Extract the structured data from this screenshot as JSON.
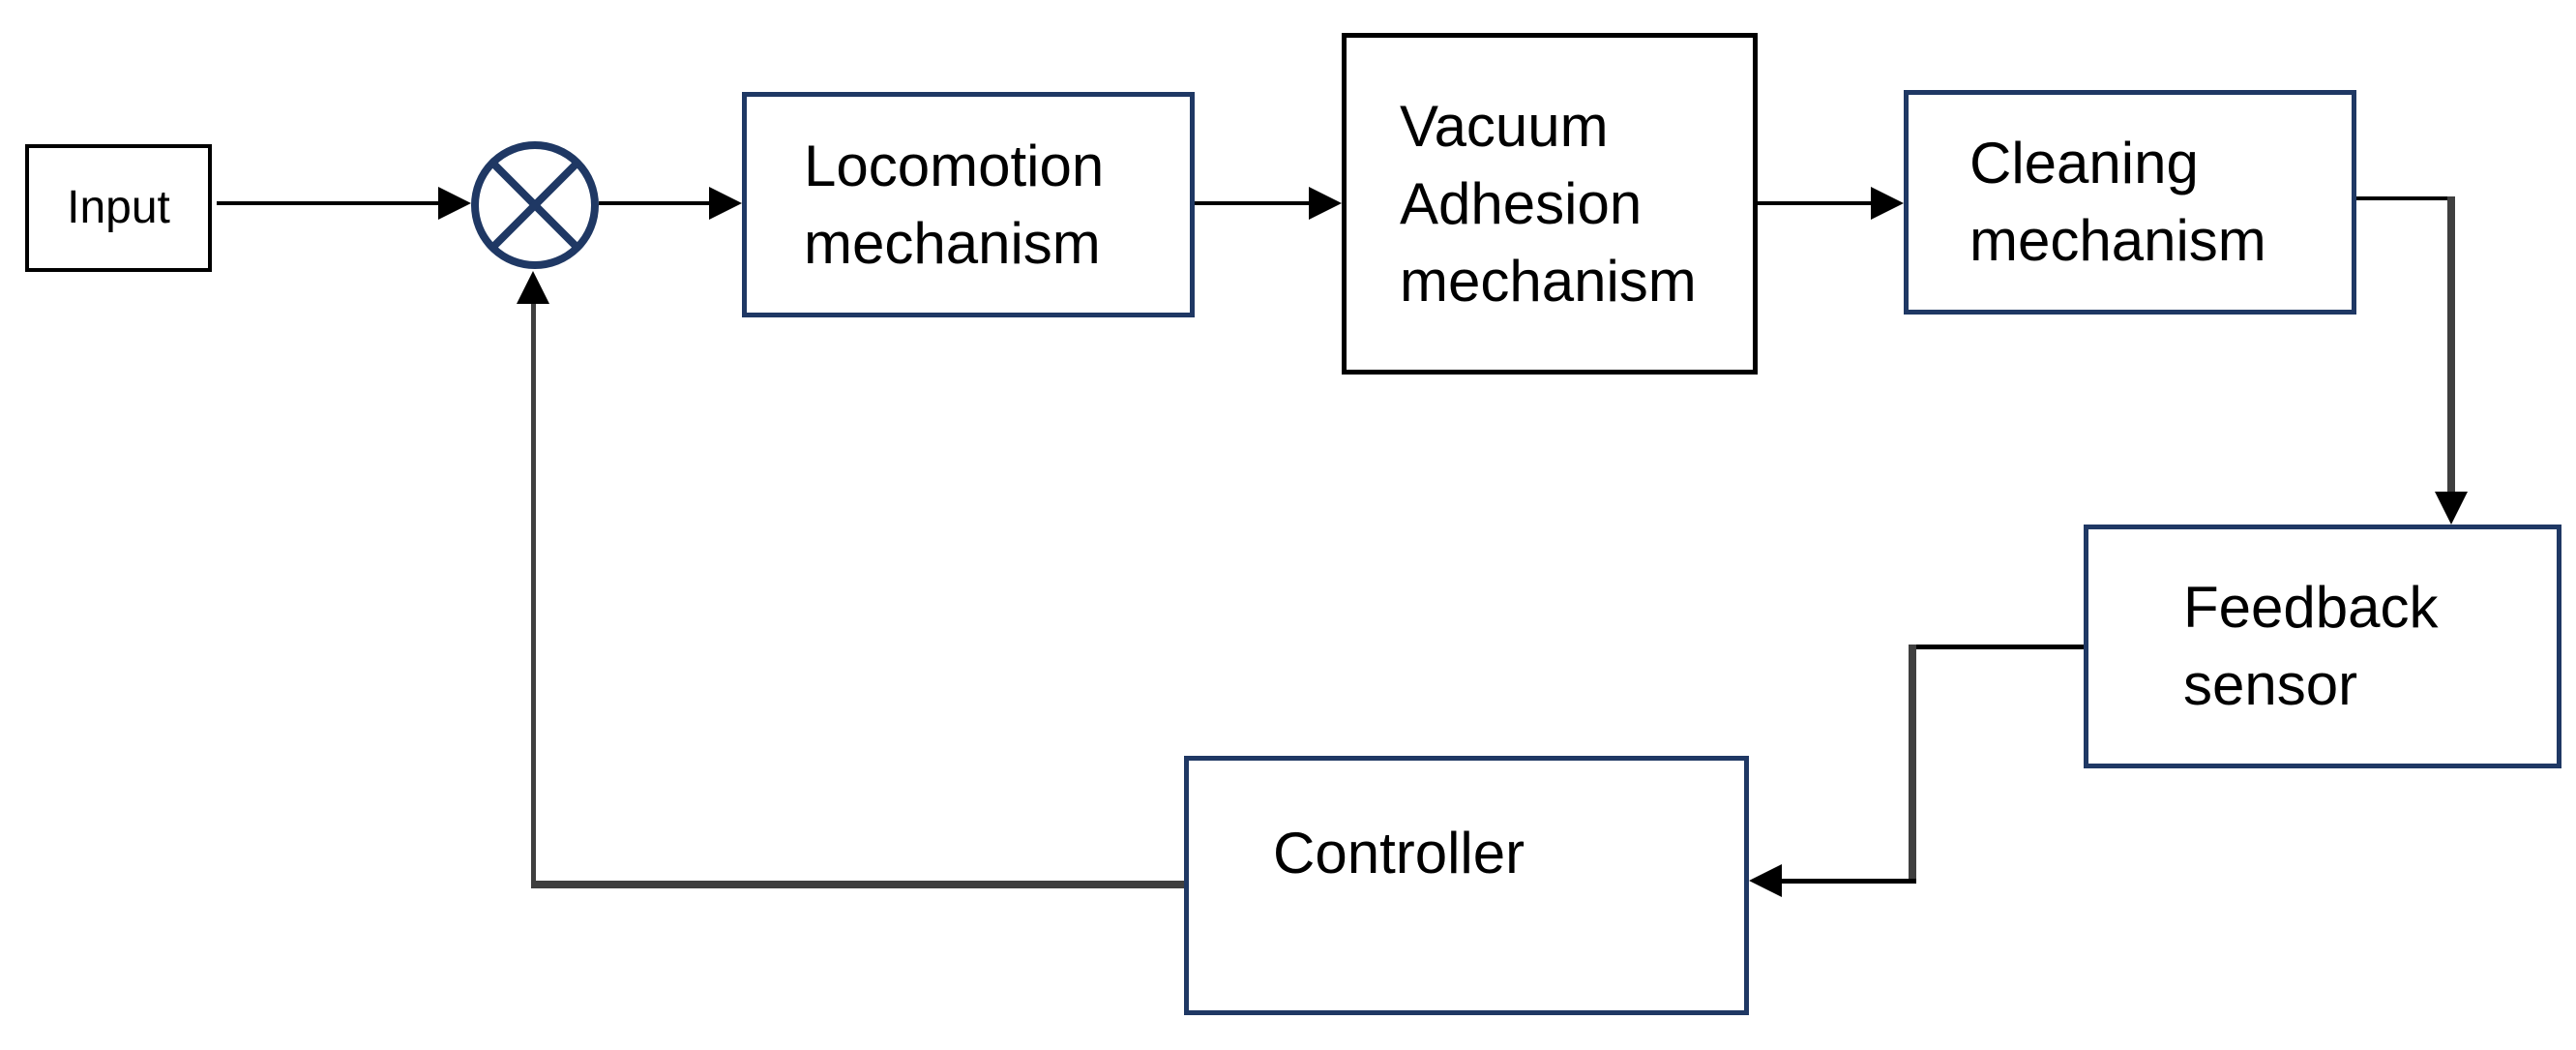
{
  "diagram": {
    "type": "control-system-block-diagram",
    "nodes": {
      "input": {
        "label": "Input",
        "shape": "rect",
        "border_color": "#000000"
      },
      "summing": {
        "label": "",
        "shape": "circle-cross",
        "border_color": "#1f3864"
      },
      "locomotion": {
        "label": "Locomotion mechanism",
        "shape": "rect",
        "border_color": "#1f3864"
      },
      "vacuum": {
        "label": "Vacuum Adhesion mechanism",
        "shape": "rect",
        "border_color": "#000000"
      },
      "cleaning": {
        "label": "Cleaning mechanism",
        "shape": "rect",
        "border_color": "#1f3864"
      },
      "feedback": {
        "label": "Feedback sensor",
        "shape": "rect",
        "border_color": "#1f3864"
      },
      "controller": {
        "label": "Controller",
        "shape": "rect",
        "border_color": "#1f3864"
      }
    },
    "edges": [
      {
        "from": "input",
        "to": "summing",
        "style": "arrow"
      },
      {
        "from": "summing",
        "to": "locomotion",
        "style": "arrow"
      },
      {
        "from": "locomotion",
        "to": "vacuum",
        "style": "arrow"
      },
      {
        "from": "vacuum",
        "to": "cleaning",
        "style": "arrow"
      },
      {
        "from": "cleaning",
        "to": "feedback",
        "style": "arrow-elbow-down"
      },
      {
        "from": "feedback",
        "to": "controller",
        "style": "arrow-elbow-down"
      },
      {
        "from": "controller",
        "to": "summing",
        "style": "arrow-elbow-up"
      }
    ],
    "colors": {
      "background": "#ffffff",
      "navy_border": "#1f3864",
      "black_border": "#000000",
      "connector_black": "#000000",
      "connector_gray": "#3f3f3f",
      "text": "#000000"
    }
  }
}
